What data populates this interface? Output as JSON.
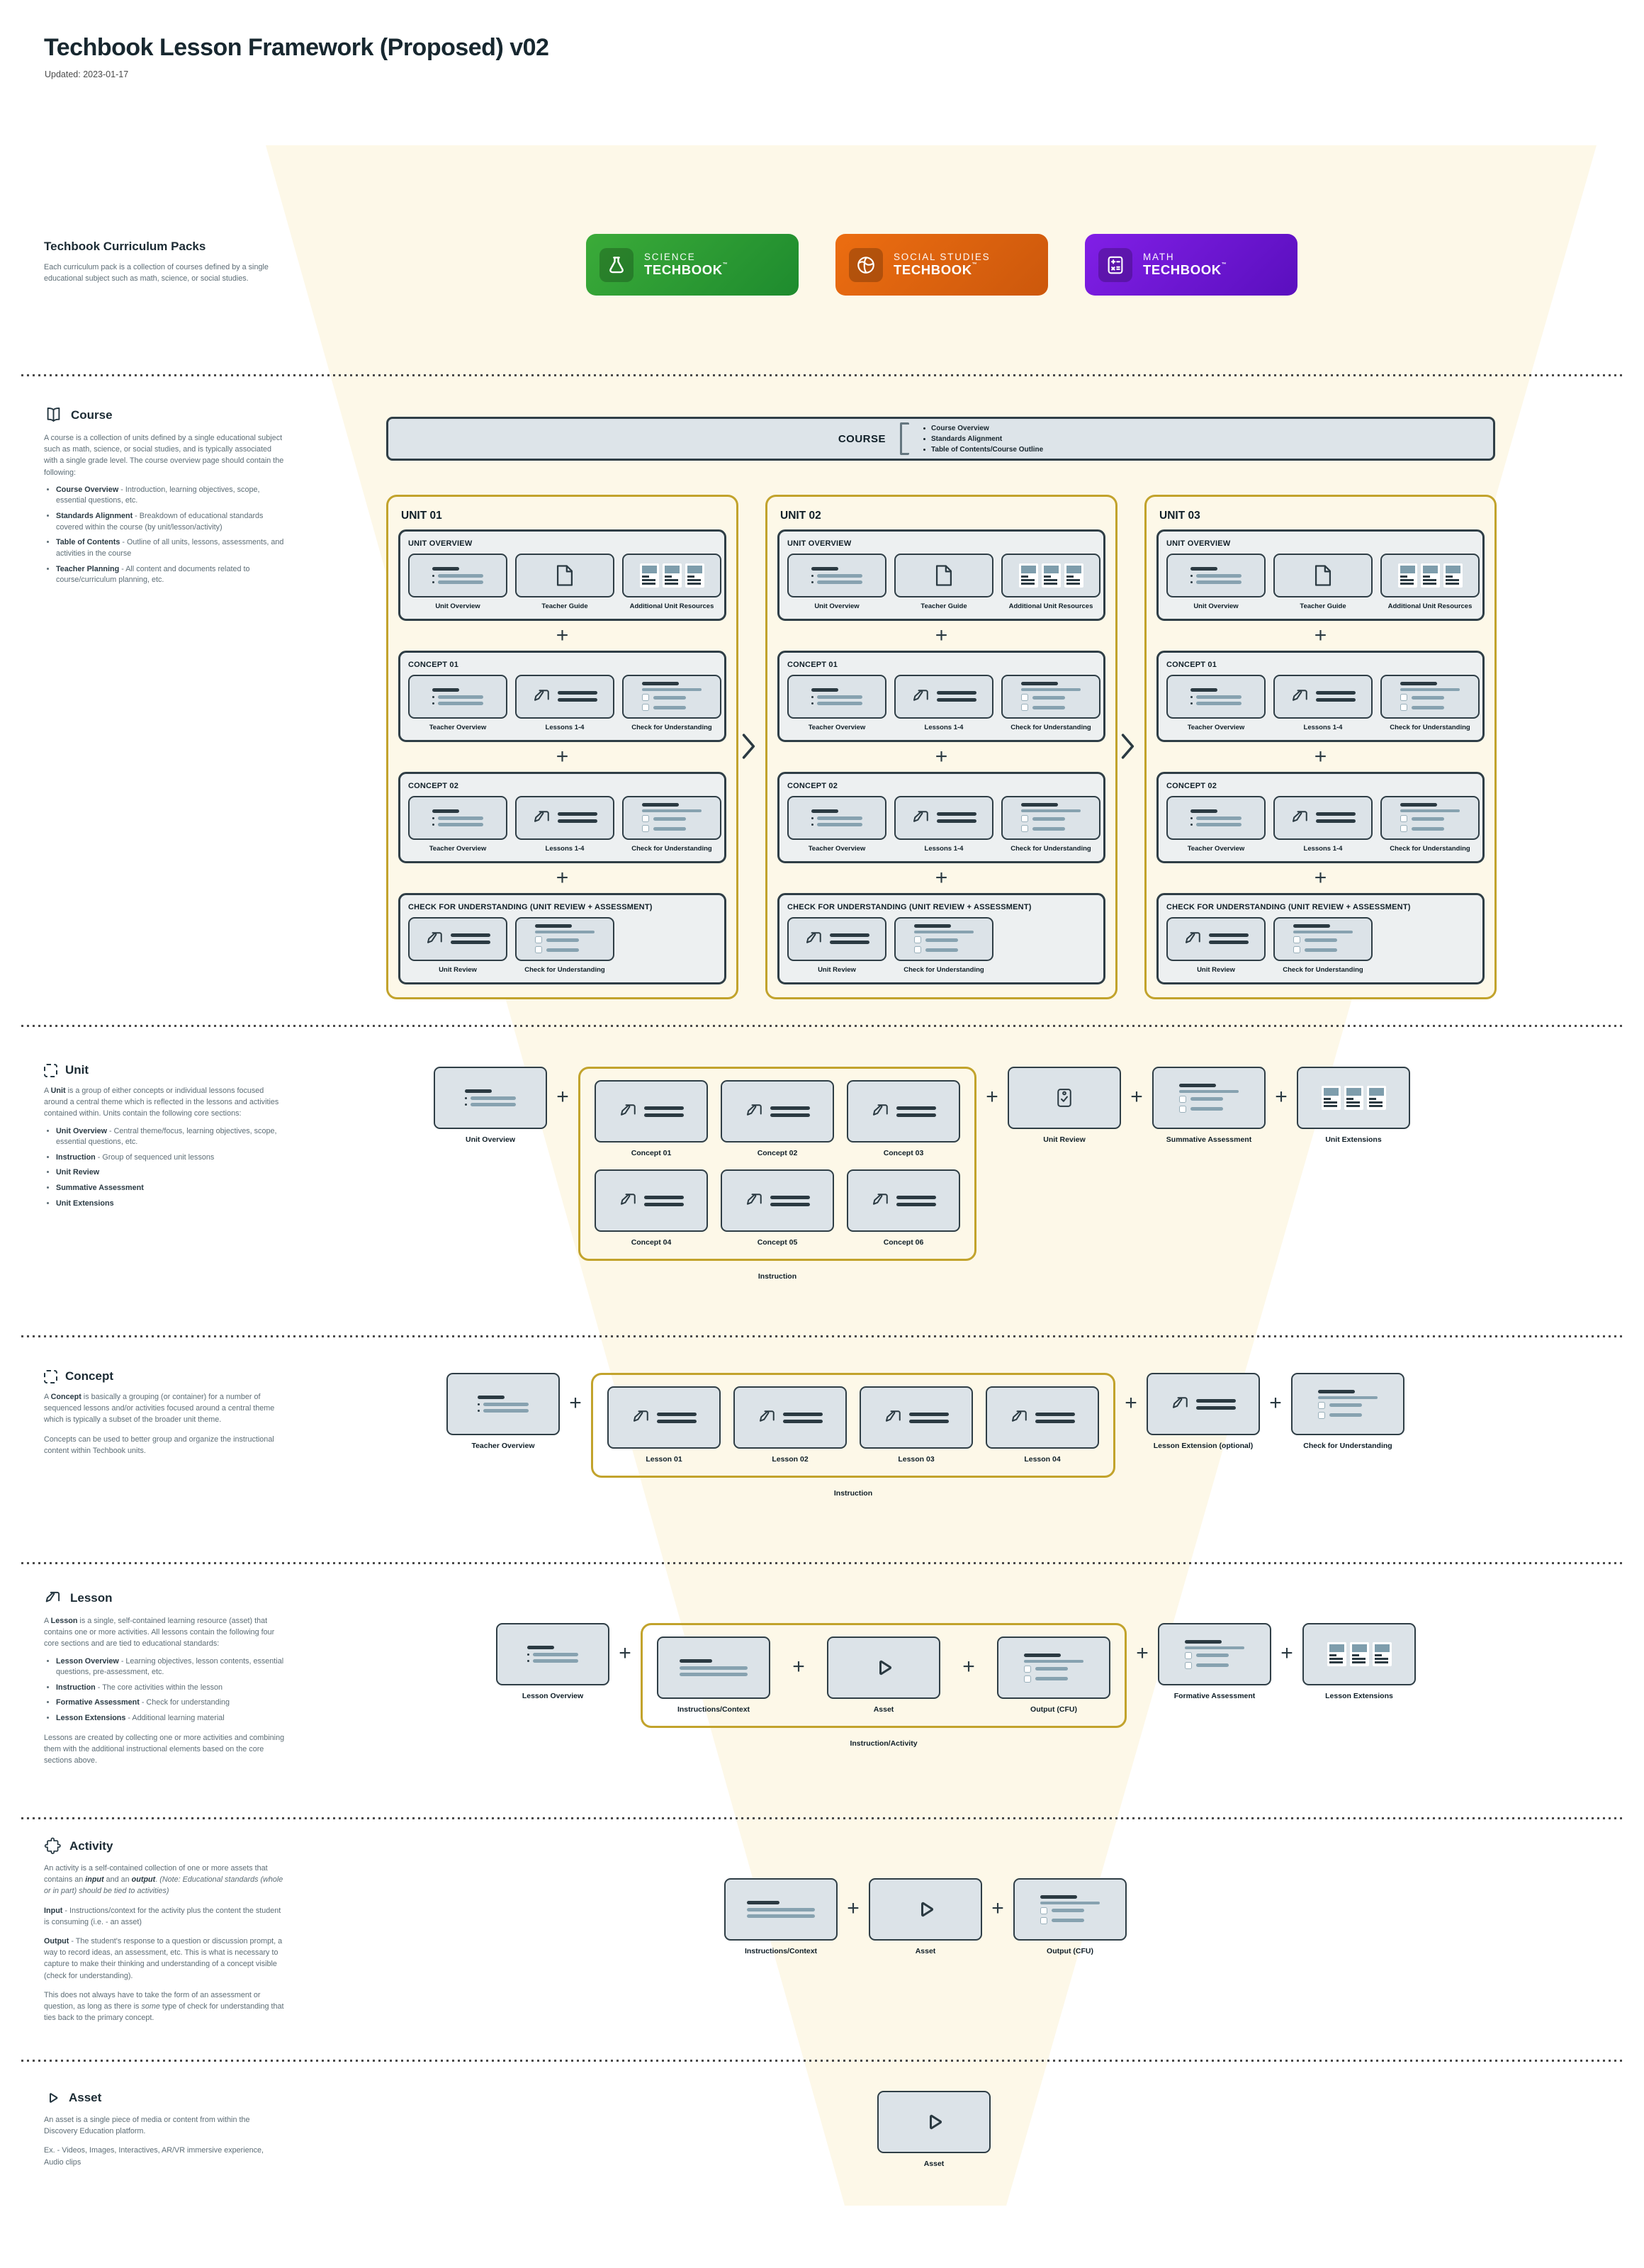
{
  "page": {
    "title": "Techbook Lesson Framework (Proposed) v02",
    "updated": "Updated: 2023-01-17"
  },
  "packs": {
    "heading": "Techbook Curriculum Packs",
    "description": "Each curriculum pack is a collection of courses defined by a single educational subject such as math, science, or social studies.",
    "badges": [
      {
        "icon": "flask-icon",
        "line1": "SCIENCE",
        "line2": "TECHBOOK",
        "tm": "™"
      },
      {
        "icon": "globe-icon",
        "line1": "SOCIAL STUDIES",
        "line2": "TECHBOOK",
        "tm": "™"
      },
      {
        "icon": "calculator-icon",
        "line1": "MATH",
        "line2": "TECHBOOK",
        "tm": "™"
      }
    ]
  },
  "course": {
    "heading": "Course",
    "body": "A course is a collection of units defined by a single educational subject such as math, science, or social studies, and is typically associated with a single grade level. The course overview page should contain the following:",
    "bullets": [
      "**Course Overview** - Introduction, learning objectives, scope, essential questions, etc.",
      "**Standards Alignment** - Breakdown of educational standards covered within the course (by unit/lesson/activity)",
      "**Table of Contents** - Outline of all units, lessons, assessments, and activities in the course",
      "**Teacher Planning** - All content and documents related to course/curriculum planning, etc."
    ],
    "bar": {
      "label": "COURSE",
      "items": [
        "Course Overview",
        "Standards Alignment",
        "Table of Contents/Course Outline"
      ]
    }
  },
  "unit_columns": {
    "titles": [
      "UNIT 01",
      "UNIT 02",
      "UNIT 03"
    ],
    "overview": {
      "title": "UNIT OVERVIEW",
      "cards": [
        {
          "icon": "overview",
          "label": "Unit Overview"
        },
        {
          "icon": "document",
          "label": "Teacher Guide"
        },
        {
          "icon": "resources",
          "label": "Additional Unit Resources"
        }
      ]
    },
    "concepts": [
      {
        "title": "CONCEPT 01",
        "cards": [
          {
            "icon": "overview",
            "label": "Teacher Overview"
          },
          {
            "icon": "lesson",
            "label": "Lessons 1-4"
          },
          {
            "icon": "checklist",
            "label": "Check for Understanding"
          }
        ]
      },
      {
        "title": "CONCEPT 02",
        "cards": [
          {
            "icon": "overview",
            "label": "Teacher Overview"
          },
          {
            "icon": "lesson",
            "label": "Lessons 1-4"
          },
          {
            "icon": "checklist",
            "label": "Check for Understanding"
          }
        ]
      }
    ],
    "cfu": {
      "title": "CHECK FOR UNDERSTANDING (UNIT REVIEW + ASSESSMENT)",
      "cards": [
        {
          "icon": "lesson",
          "label": "Unit Review"
        },
        {
          "icon": "checklist",
          "label": "Check for Understanding"
        }
      ]
    }
  },
  "unit": {
    "heading": "Unit",
    "body": "A **Unit** is a group of either concepts or individual lessons focused around a central theme which is reflected in the lessons and activities contained within. Units contain the following core sections:",
    "bullets": [
      "**Unit Overview** - Central theme/focus, learning objectives, scope, essential questions, etc.",
      "**Instruction** - Group of sequenced unit lessons",
      "**Unit Review**",
      "**Summative Assessment**",
      "**Unit Extensions**"
    ],
    "flow": [
      {
        "type": "card",
        "icon": "overview",
        "label": "Unit Overview"
      },
      {
        "type": "plus"
      },
      {
        "type": "group",
        "label": "Instruction",
        "plus_inside": false,
        "rows": [
          [
            {
              "icon": "lesson",
              "label": "Concept 01"
            },
            {
              "icon": "lesson",
              "label": "Concept 02"
            },
            {
              "icon": "lesson",
              "label": "Concept 03"
            }
          ],
          [
            {
              "icon": "lesson",
              "label": "Concept 04"
            },
            {
              "icon": "lesson",
              "label": "Concept 05"
            },
            {
              "icon": "lesson",
              "label": "Concept 06"
            }
          ]
        ]
      },
      {
        "type": "plus"
      },
      {
        "type": "card",
        "icon": "review",
        "label": "Unit Review"
      },
      {
        "type": "plus"
      },
      {
        "type": "card",
        "icon": "checklist",
        "label": "Summative Assessment"
      },
      {
        "type": "plus"
      },
      {
        "type": "card",
        "icon": "resources",
        "label": "Unit Extensions"
      }
    ]
  },
  "concept": {
    "heading": "Concept",
    "body1": "A **Concept** is basically a grouping (or container) for a number of sequenced lessons and/or activities focused around a central theme which is typically a subset of the broader unit theme.",
    "body2": "Concepts can be used to better group and organize the instructional content within Techbook units.",
    "flow": [
      {
        "type": "card",
        "icon": "overview",
        "label": "Teacher Overview"
      },
      {
        "type": "plus"
      },
      {
        "type": "group",
        "label": "Instruction",
        "plus_inside": false,
        "rows": [
          [
            {
              "icon": "lesson",
              "label": "Lesson 01"
            },
            {
              "icon": "lesson",
              "label": "Lesson 02"
            },
            {
              "icon": "lesson",
              "label": "Lesson 03"
            },
            {
              "icon": "lesson",
              "label": "Lesson 04"
            }
          ]
        ]
      },
      {
        "type": "plus"
      },
      {
        "type": "card",
        "icon": "lesson",
        "label": "Lesson Extension (optional)"
      },
      {
        "type": "plus"
      },
      {
        "type": "card",
        "icon": "checklist",
        "label": "Check for Understanding"
      }
    ]
  },
  "lesson": {
    "heading": "Lesson",
    "body": "A **Lesson** is a single, self-contained learning resource (asset) that contains one or more activities. All lessons contain the following four core sections and are tied to educational standards:",
    "bullets": [
      "**Lesson Overview** - Learning objectives, lesson contents, essential questions, pre-assessment, etc.",
      "**Instruction** - The core activities within the lesson",
      "**Formative Assessment** - Check for understanding",
      "**Lesson Extensions** - Additional learning material"
    ],
    "footer": "Lessons are created by collecting one or more activities and combining them with the additional instructional elements based on the core sections above.",
    "flow": [
      {
        "type": "card",
        "icon": "overview",
        "label": "Lesson Overview"
      },
      {
        "type": "plus"
      },
      {
        "type": "group",
        "label": "Instruction/Activity",
        "plus_inside": true,
        "rows": [
          [
            {
              "icon": "context",
              "label": "Instructions/Context"
            },
            {
              "icon": "play",
              "label": "Asset"
            },
            {
              "icon": "checklist",
              "label": "Output (CFU)"
            }
          ]
        ]
      },
      {
        "type": "plus"
      },
      {
        "type": "card",
        "icon": "checklist",
        "label": "Formative Assessment"
      },
      {
        "type": "plus"
      },
      {
        "type": "card",
        "icon": "resources",
        "label": "Lesson Extensions"
      }
    ]
  },
  "activity": {
    "heading": "Activity",
    "p1": "An activity is a self-contained collection of one or more assets that contains an ***input*** and an ***output***. *(Note: Educational standards (whole or in part) should be tied to activities)*",
    "p2": "**Input** - Instructions/context for the activity plus the content the student is consuming (i.e. - an asset)",
    "p3": "**Output** - The student's response to a question or discussion prompt, a way to record ideas, an assessment, etc. This is what is necessary to capture to make their thinking and understanding of a concept visible (check for understanding).",
    "p4": "This does not always have to take the form of an assessment or question, as long as there is *some* type of check for understanding that ties back to the primary concept.",
    "flow": [
      {
        "type": "card",
        "icon": "context",
        "label": "Instructions/Context"
      },
      {
        "type": "plus"
      },
      {
        "type": "card",
        "icon": "play",
        "label": "Asset"
      },
      {
        "type": "plus"
      },
      {
        "type": "card",
        "icon": "checklist",
        "label": "Output (CFU)"
      }
    ]
  },
  "asset": {
    "heading": "Asset",
    "body1": "An asset is a single piece of media or content from within the Discovery Education platform.",
    "body2": "Ex. - Videos, Images, Interactives, AR/VR immersive experience, Audio clips",
    "flow": [
      {
        "type": "card",
        "icon": "play",
        "label": "Asset"
      }
    ]
  },
  "colors": {
    "cream": "#fdf8e8",
    "gold": "#c2a32c",
    "slate": "#2f3e46",
    "card_fill": "#dce3e8",
    "science_green": "#2d9b33",
    "social_orange": "#e0650f",
    "math_purple": "#6e19d2"
  }
}
